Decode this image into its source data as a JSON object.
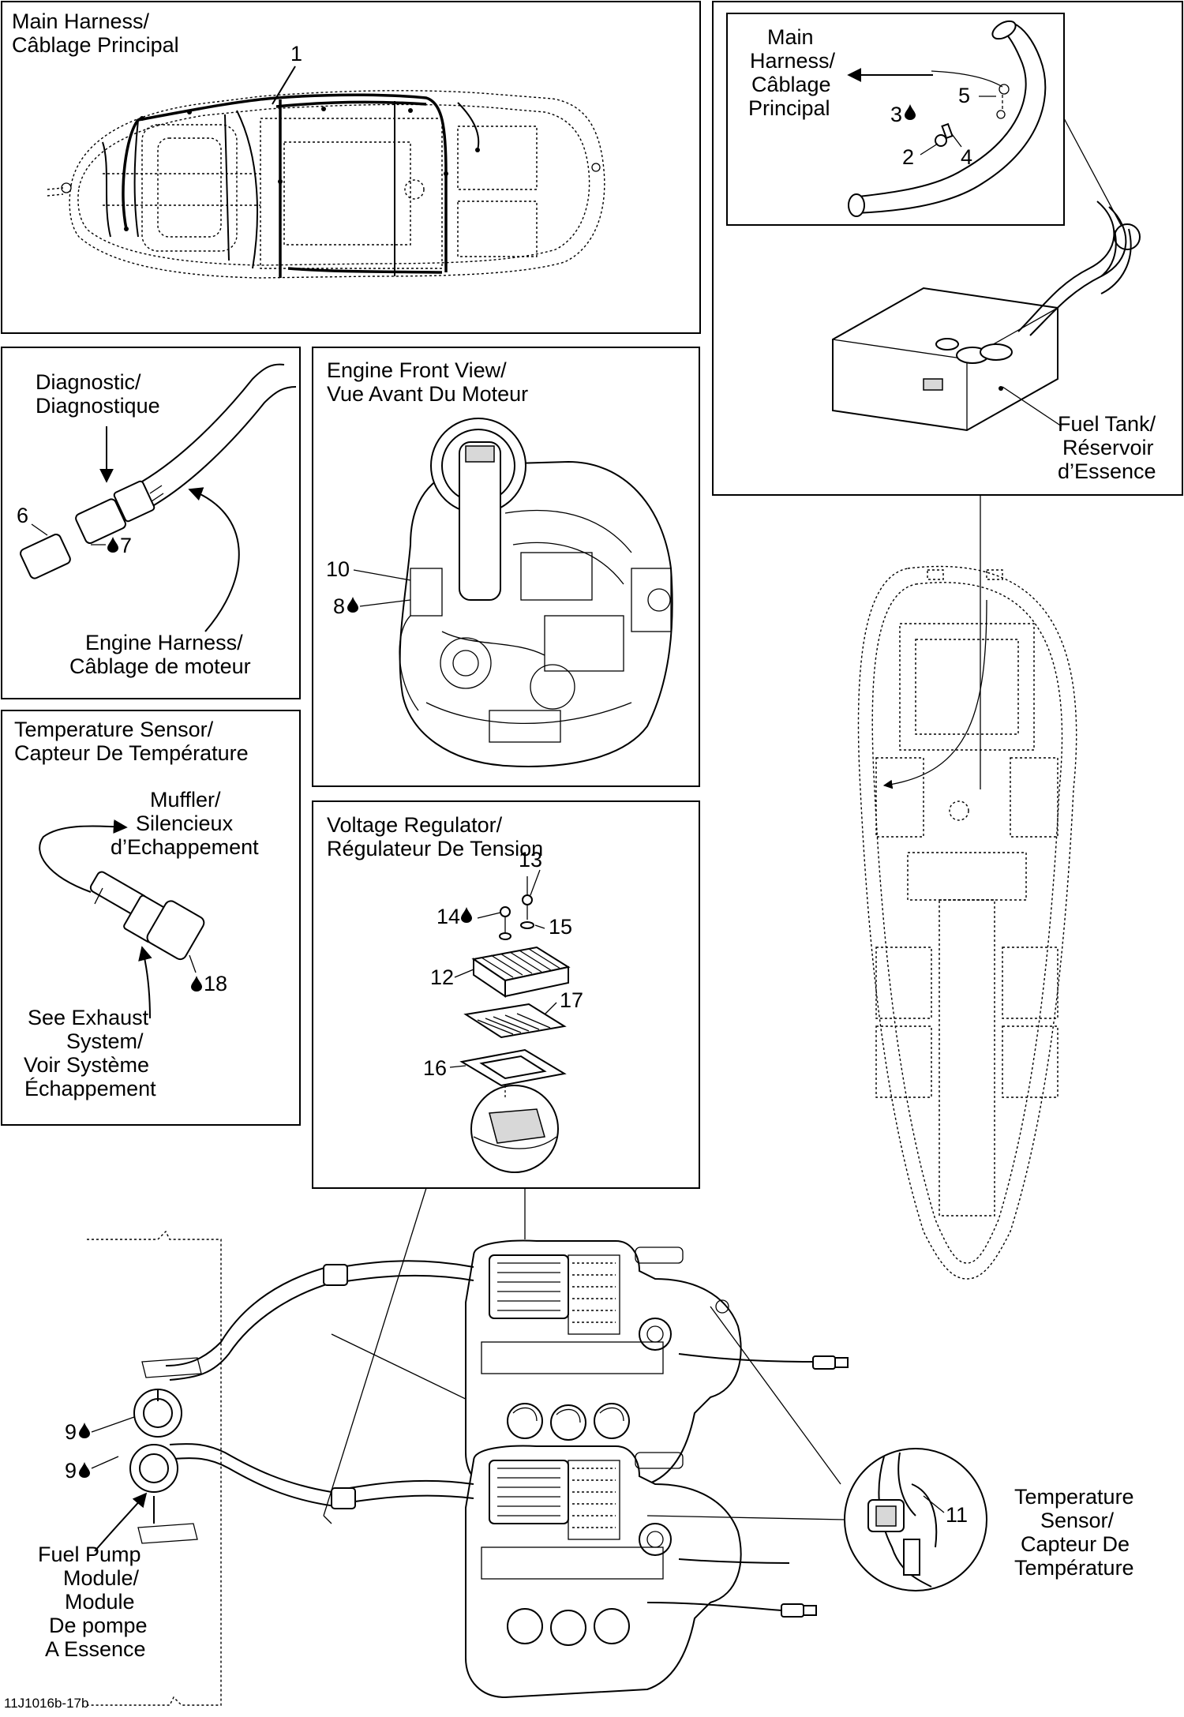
{
  "panels": {
    "main_harness": {
      "title": [
        "Main Harness/",
        "Câblage Principal"
      ],
      "callout": "1"
    },
    "fuel_tank_harness": {
      "harness_label": [
        "Main",
        "Harness/",
        "Câblage",
        "Principal"
      ],
      "tank_label": [
        "Fuel Tank/",
        "Réservoir",
        "d’Essence"
      ],
      "callouts": [
        "5",
        "3",
        "2",
        "4"
      ]
    },
    "diagnostic": {
      "title": [
        "Diagnostic/",
        "Diagnostique"
      ],
      "engine_harness": [
        "Engine Harness/",
        "Câblage de moteur"
      ],
      "callouts": [
        "6",
        "7"
      ]
    },
    "engine_front": {
      "title": [
        "Engine Front View/",
        "Vue Avant Du Moteur"
      ],
      "callouts": [
        "10",
        "8"
      ]
    },
    "temperature_sensor": {
      "title": [
        "Temperature Sensor/",
        "Capteur De Température"
      ],
      "muffler": [
        "Muffler/",
        "Silencieux",
        "d’Echappement"
      ],
      "see_exhaust": [
        "See Exhaust",
        "System/",
        "Voir Système",
        "Échappement"
      ],
      "callouts": [
        "18"
      ]
    },
    "voltage_regulator": {
      "title": [
        "Voltage Regulator/",
        "Régulateur De Tension"
      ],
      "callouts": [
        "13",
        "14",
        "15",
        "12",
        "17",
        "16"
      ]
    },
    "bottom": {
      "fuel_pump": [
        "Fuel Pump",
        "Module/",
        "Module",
        "De pompe",
        "A Essence"
      ],
      "temp_sensor": [
        "Temperature",
        "Sensor/",
        "Capteur De",
        "Température"
      ],
      "callouts": [
        "9",
        "9",
        "11"
      ]
    }
  },
  "drawing_code": "11J1016b-17b",
  "icons": {
    "lubricant": "oil-drop-icon"
  }
}
